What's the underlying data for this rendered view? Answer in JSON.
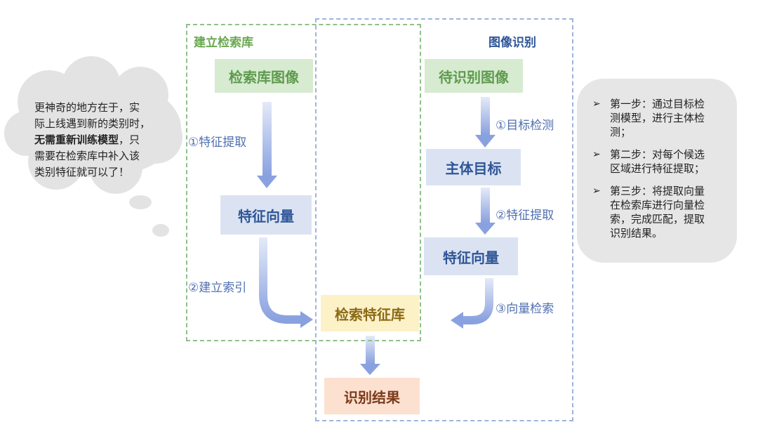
{
  "regions": {
    "build_index": "建立检索库",
    "image_recognition": "图像识别"
  },
  "nodes": {
    "gallery_images": "检索库图像",
    "feature_vector_left": "特征向量",
    "query_image": "待识别图像",
    "main_target": "主体目标",
    "feature_vector_right": "特征向量",
    "feature_library": "检索特征库",
    "result": "识别结果"
  },
  "steps": {
    "extract_left": "①特征提取",
    "build_index": "②建立索引",
    "detect": "①目标检测",
    "extract_right": "②特征提取",
    "vector_search": "③向量检索"
  },
  "cloud": {
    "line1": "更神奇的地方在于，实",
    "line2": "际上线遇到新的类别时，",
    "line3_bold": "无需重新训练模型",
    "line3_rest": "，只",
    "line4": "需要在检索库中补入该",
    "line5": "类别特征就可以了！"
  },
  "panel": {
    "marker": "➢",
    "items": [
      {
        "lines": [
          "第一步：通过目标检",
          "测模型，进行主体检",
          "测；"
        ]
      },
      {
        "lines": [
          "第二步：对每个候选",
          "区域进行特征提取；"
        ]
      },
      {
        "lines": [
          "第三步：将提取向量",
          "在检索库进行向量检",
          "索，完成匹配，提取",
          "识别结果。"
        ]
      }
    ]
  },
  "colors": {
    "green_box": "#d6ebcf",
    "blue_box": "#dbe3f2",
    "yellow_box": "#fdf1c8",
    "orange_box": "#fce0d0",
    "arrow": "#9fb2e4",
    "cloud": "#e3e3e3",
    "panel": "#e6e6e6"
  }
}
